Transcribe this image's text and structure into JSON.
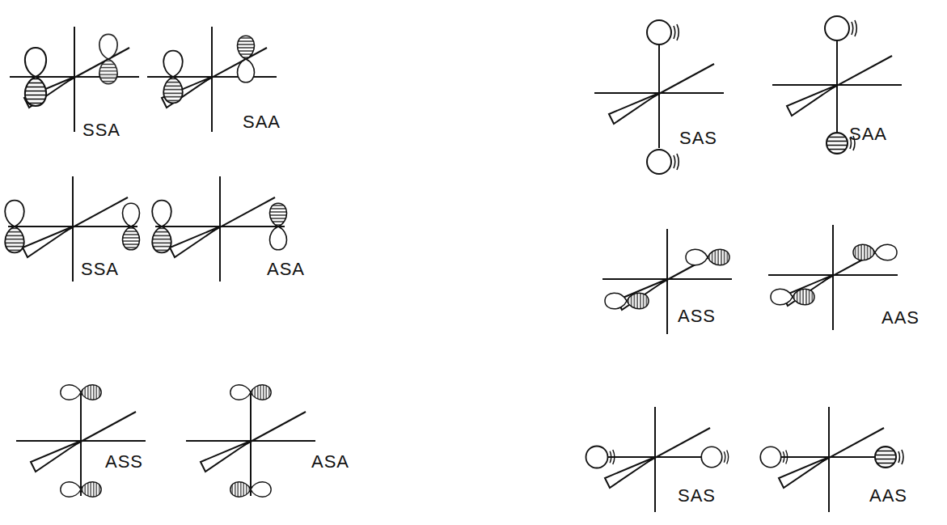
{
  "diagram": {
    "labels": [
      "SSA",
      "SAA",
      "SAS",
      "SAA",
      "SSA",
      "ASA",
      "ASS",
      "AAS",
      "ASS",
      "ASA",
      "SAS",
      "AAS"
    ]
  }
}
